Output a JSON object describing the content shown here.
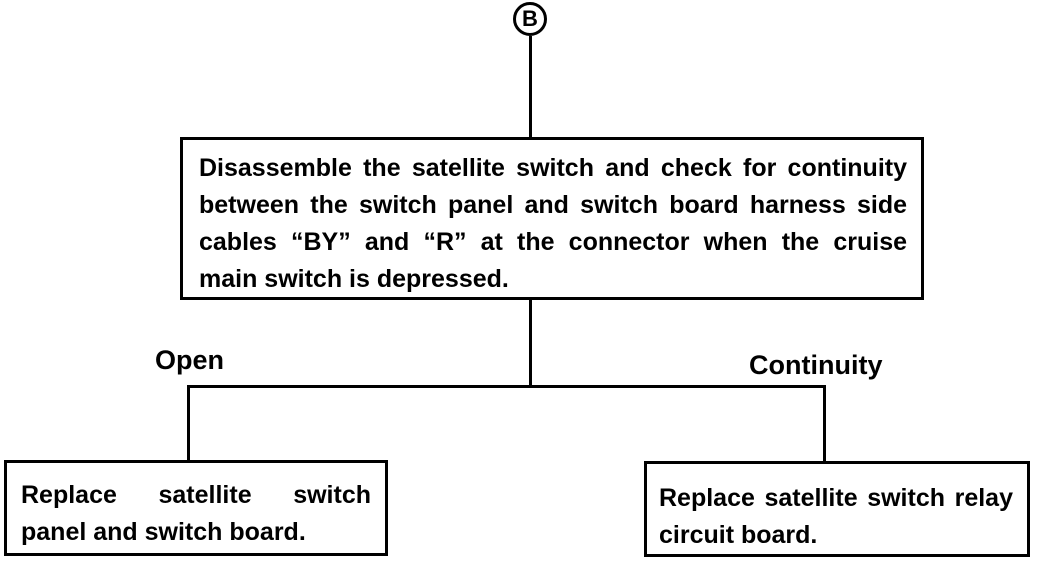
{
  "connector": {
    "label": "B"
  },
  "decision": {
    "text": "Disassemble the satellite switch and check for continuity between the switch panel and switch board harness side cables “BY” and “R” at the connector when the cruise main switch is depressed."
  },
  "branches": {
    "left": {
      "label": "Open",
      "action": "Replace satellite switch panel and switch board."
    },
    "right": {
      "label": "Continuity",
      "action": "Replace satellite switch relay circuit board."
    }
  }
}
